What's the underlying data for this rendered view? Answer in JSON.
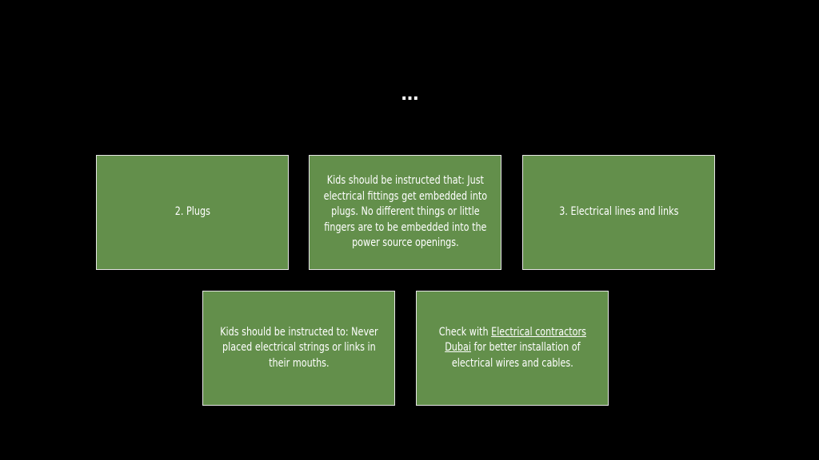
{
  "slide": {
    "title": "…",
    "boxes": [
      {
        "text": "2. Plugs"
      },
      {
        "text": "Kids should be instructed that: Just electrical fittings get embedded into plugs. No different things or little fingers are to be embedded into the power source openings."
      },
      {
        "text": "3. Electrical lines and links"
      },
      {
        "text": "Kids should be instructed to: Never placed electrical strings or links in their mouths."
      },
      {
        "prefix": "Check with ",
        "link_text": "Electrical contractors Dubai",
        "suffix": " for better installation of electrical wires and cables."
      }
    ]
  },
  "colors": {
    "background": "#000000",
    "box_fill": "#638f4b",
    "box_border": "#e6e6e6",
    "text": "#ffffff"
  }
}
